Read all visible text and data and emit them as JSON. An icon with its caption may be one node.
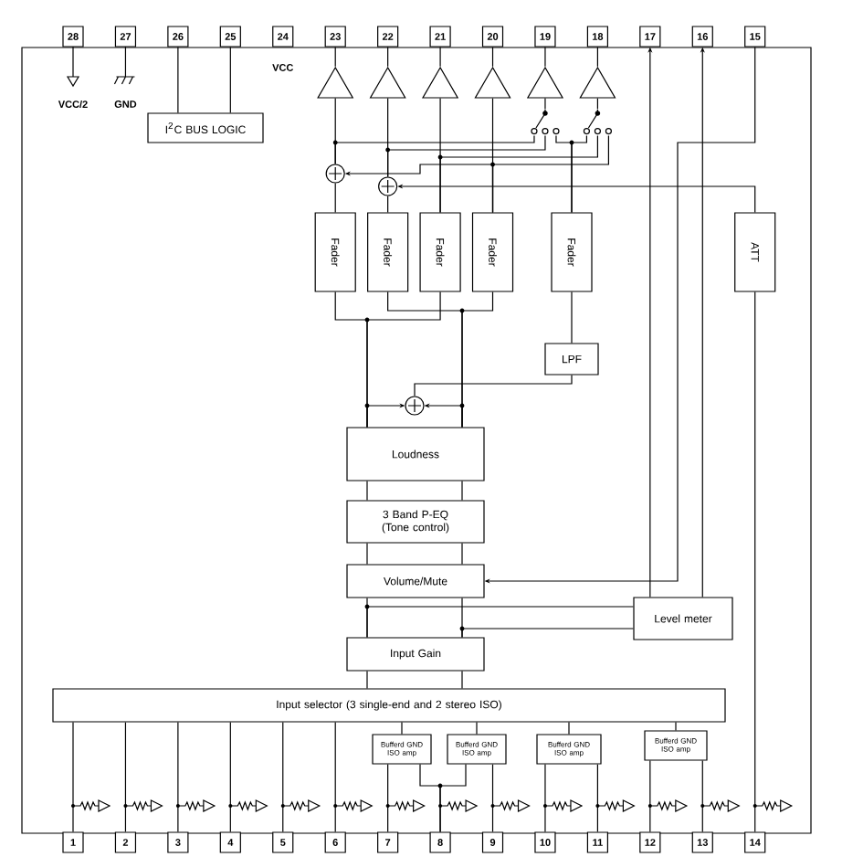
{
  "diagram": {
    "nodes": [
      {
        "text": [
          "28"
        ]
      },
      {
        "text": [
          "27"
        ]
      },
      {
        "text": [
          "26"
        ]
      },
      {
        "text": [
          "25"
        ]
      },
      {
        "text": [
          "24"
        ]
      },
      {
        "text": [
          "23"
        ]
      },
      {
        "text": [
          "22"
        ]
      },
      {
        "text": [
          "21"
        ]
      },
      {
        "text": [
          "20"
        ]
      },
      {
        "text": [
          "19"
        ]
      },
      {
        "text": [
          "18"
        ]
      },
      {
        "text": [
          "17"
        ]
      },
      {
        "text": [
          "16"
        ]
      },
      {
        "text": [
          "15"
        ]
      },
      {
        "text": [
          "I$^{2}$C BUS LOGIC"
        ]
      },
      {
        "text": [],
        "shape": "triangle"
      },
      {
        "text": [],
        "shape": "triangle"
      },
      {
        "text": [],
        "shape": "triangle"
      },
      {
        "text": [],
        "shape": "triangle"
      },
      {
        "text": [],
        "shape": "triangle"
      },
      {
        "text": [],
        "shape": "triangle"
      },
      {
        "text": [
          "Fader"
        ]
      },
      {
        "text": [
          "Fader"
        ]
      },
      {
        "text": [
          "Fader"
        ]
      },
      {
        "text": [
          "Fader"
        ]
      },
      {
        "text": [
          "Fader"
        ]
      },
      {
        "text": [
          "ATT"
        ]
      },
      {
        "text": [],
        "shape": "circle"
      },
      {
        "text": [],
        "shape": "circle"
      },
      {
        "text": [
          "LPF"
        ]
      },
      {
        "text": [],
        "shape": "circle"
      },
      {
        "text": [
          "Loudness"
        ]
      },
      {
        "text": [
          "3 Band P-EQ (Tone control)"
        ]
      },
      {
        "text": [
          "Volume/Mute"
        ]
      },
      {
        "text": [
          "Level meter"
        ]
      },
      {
        "text": [
          "Input Gain"
        ]
      },
      {
        "text": [
          "Input selector (3 single-end and 2 stereo ISO)"
        ]
      },
      {
        "text": [
          "Bufferd GND ISO amp"
        ]
      },
      {
        "text": [
          "Bufferd GND ISO amp"
        ]
      },
      {
        "text": [
          "Bufferd GND ISO amp"
        ]
      },
      {
        "text": [
          "Bufferd GND ISO amp"
        ]
      },
      {
        "text": [
          "1"
        ]
      },
      {
        "text": [
          "2"
        ]
      },
      {
        "text": [
          "3"
        ]
      },
      {
        "text": [
          "4"
        ]
      },
      {
        "text": [
          "5"
        ]
      },
      {
        "text": [
          "6"
        ]
      },
      {
        "text": [
          "7"
        ]
      },
      {
        "text": [
          "8"
        ]
      },
      {
        "text": [
          "9"
        ]
      },
      {
        "text": [
          "10"
        ]
      },
      {
        "text": [
          "11"
        ]
      },
      {
        "text": [
          "12"
        ]
      },
      {
        "text": [
          "13"
        ]
      },
      {
        "text": [
          "14"
        ]
      },
      {
        "text": [],
        "shape": "switch"
      },
      {
        "text": [],
        "shape": "switch"
      }
    ],
    "edges": [
      {
        "from": 2,
        "to": 14,
        "arrow": "none"
      },
      {
        "from": 3,
        "to": 14,
        "arrow": "none"
      },
      {
        "from": 15,
        "to": 5,
        "arrow": "none"
      },
      {
        "from": 16,
        "to": 6,
        "arrow": "none"
      },
      {
        "from": 17,
        "to": 7,
        "arrow": "none"
      },
      {
        "from": 18,
        "to": 8,
        "arrow": "none"
      },
      {
        "from": 19,
        "to": 9,
        "arrow": "none"
      },
      {
        "from": 20,
        "to": 10,
        "arrow": "none"
      },
      {
        "from": 21,
        "to": 27,
        "arrow": "none"
      },
      {
        "from": 27,
        "to": 15,
        "arrow": "none"
      },
      {
        "from": 22,
        "to": 28,
        "arrow": "none"
      },
      {
        "from": 28,
        "to": 16,
        "arrow": "none"
      },
      {
        "from": 23,
        "to": 17,
        "arrow": "none"
      },
      {
        "from": 24,
        "to": 18,
        "arrow": "none"
      },
      {
        "from": 27,
        "to": 55,
        "arrow": "none"
      },
      {
        "from": 28,
        "to": 55,
        "arrow": "none"
      },
      {
        "from": 25,
        "to": 55,
        "arrow": "none"
      },
      {
        "from": 25,
        "to": 56,
        "arrow": "none"
      },
      {
        "from": 23,
        "to": 56,
        "arrow": "none"
      },
      {
        "from": 24,
        "to": 56,
        "arrow": "none"
      },
      {
        "from": 55,
        "to": 19,
        "arrow": "none"
      },
      {
        "from": 56,
        "to": 20,
        "arrow": "none"
      },
      {
        "from": 24,
        "to": 27,
        "arrow": "to"
      },
      {
        "from": 26,
        "to": 28,
        "arrow": "to"
      },
      {
        "from": 31,
        "to": 21,
        "arrow": "none"
      },
      {
        "from": 31,
        "to": 23,
        "arrow": "none"
      },
      {
        "from": 31,
        "to": 22,
        "arrow": "none"
      },
      {
        "from": 31,
        "to": 24,
        "arrow": "none"
      },
      {
        "from": 31,
        "to": 30,
        "arrow": "to"
      },
      {
        "from": 31,
        "to": 30,
        "arrow": "to"
      },
      {
        "from": 30,
        "to": 29,
        "arrow": "none"
      },
      {
        "from": 29,
        "to": 25,
        "arrow": "none"
      },
      {
        "from": 32,
        "to": 31,
        "arrow": "none"
      },
      {
        "from": 32,
        "to": 31,
        "arrow": "none"
      },
      {
        "from": 33,
        "to": 32,
        "arrow": "none"
      },
      {
        "from": 33,
        "to": 32,
        "arrow": "none"
      },
      {
        "from": 35,
        "to": 33,
        "arrow": "none"
      },
      {
        "from": 35,
        "to": 33,
        "arrow": "none"
      },
      {
        "from": 36,
        "to": 35,
        "arrow": "none"
      },
      {
        "from": 36,
        "to": 35,
        "arrow": "none"
      },
      {
        "from": 35,
        "to": 34,
        "arrow": "none"
      },
      {
        "from": 35,
        "to": 34,
        "arrow": "none"
      },
      {
        "from": 34,
        "to": 11,
        "arrow": "to"
      },
      {
        "from": 34,
        "to": 12,
        "arrow": "to"
      },
      {
        "from": 13,
        "to": 33,
        "arrow": "to"
      },
      {
        "from": 54,
        "to": 26,
        "arrow": "none"
      },
      {
        "from": 41,
        "to": 36,
        "arrow": "none"
      },
      {
        "from": 42,
        "to": 36,
        "arrow": "none"
      },
      {
        "from": 43,
        "to": 36,
        "arrow": "none"
      },
      {
        "from": 44,
        "to": 36,
        "arrow": "none"
      },
      {
        "from": 45,
        "to": 36,
        "arrow": "none"
      },
      {
        "from": 46,
        "to": 36,
        "arrow": "none"
      },
      {
        "from": 47,
        "to": 37,
        "arrow": "none"
      },
      {
        "from": 48,
        "to": 37,
        "arrow": "none"
      },
      {
        "from": 48,
        "to": 38,
        "arrow": "none"
      },
      {
        "from": 49,
        "to": 38,
        "arrow": "none"
      },
      {
        "from": 50,
        "to": 39,
        "arrow": "none"
      },
      {
        "from": 51,
        "to": 39,
        "arrow": "none"
      },
      {
        "from": 52,
        "to": 40,
        "arrow": "none"
      },
      {
        "from": 53,
        "to": 40,
        "arrow": "none"
      },
      {
        "from": 37,
        "to": 36,
        "arrow": "none"
      },
      {
        "from": 38,
        "to": 36,
        "arrow": "none"
      },
      {
        "from": 39,
        "to": 36,
        "arrow": "none"
      },
      {
        "from": 40,
        "to": 36,
        "arrow": "none"
      }
    ],
    "labels": [
      "VCC/2",
      "GND",
      "VCC"
    ]
  }
}
